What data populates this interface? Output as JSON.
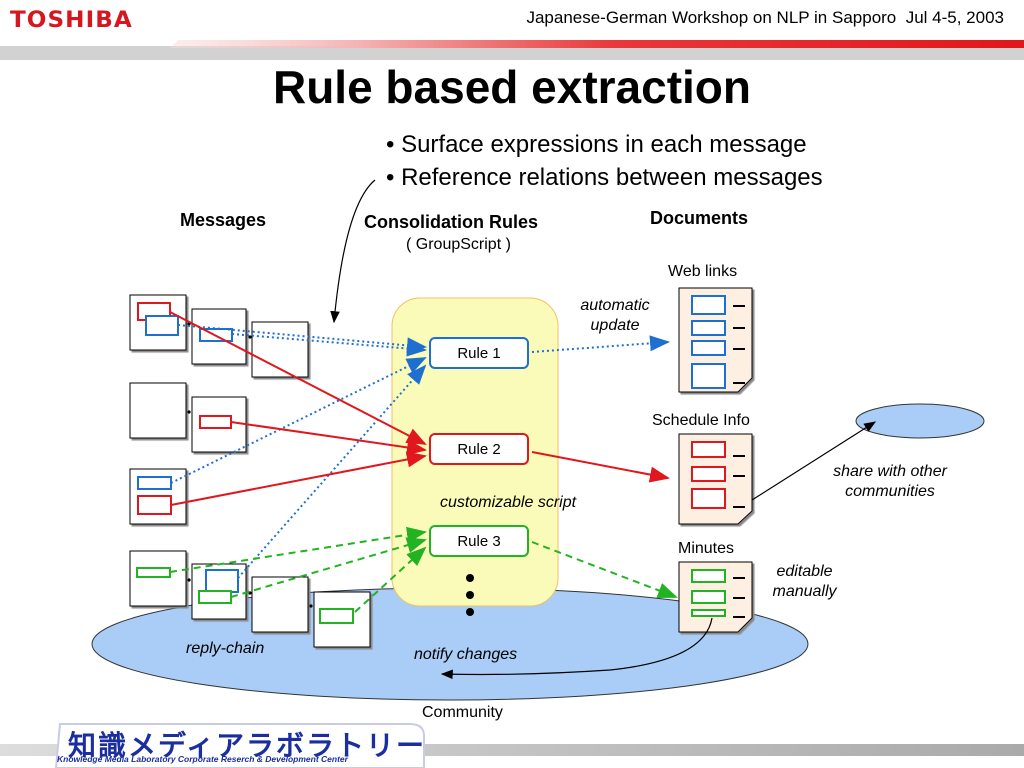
{
  "header": {
    "logo_text": "TOSHIBA",
    "conference": "Japanese-German Workshop on NLP in Sapporo  Jul 4-5, 2003"
  },
  "slide": {
    "title": "Rule based extraction",
    "bullets": [
      "• Surface expressions in each message",
      "• Reference relations between messages"
    ]
  },
  "diagram": {
    "headers": {
      "messages": "Messages",
      "rules": "Consolidation Rules",
      "rules_sub": "( GroupScript )",
      "documents": "Documents"
    },
    "rules": [
      "Rule 1",
      "Rule 2",
      "Rule 3"
    ],
    "documents": [
      "Web links",
      "Schedule Info",
      "Minutes"
    ],
    "annotations": {
      "automatic_update": "automatic\nupdate",
      "customizable": "customizable script",
      "share": "share with other\ncommunities",
      "editable": "editable\nmanually",
      "reply_chain": "reply-chain",
      "notify": "notify changes",
      "community": "Community"
    },
    "colors": {
      "red": "#e0171c",
      "blue": "#1f6fd1",
      "green": "#22b322",
      "rules_panel": "#fbfbb9",
      "community": "#a9cdf6"
    }
  },
  "footer": {
    "lab_japanese": "知識メディアラボラトリー",
    "lab_english": "Knowledge Media Laboratory Corporate Reserch & Development Center"
  }
}
